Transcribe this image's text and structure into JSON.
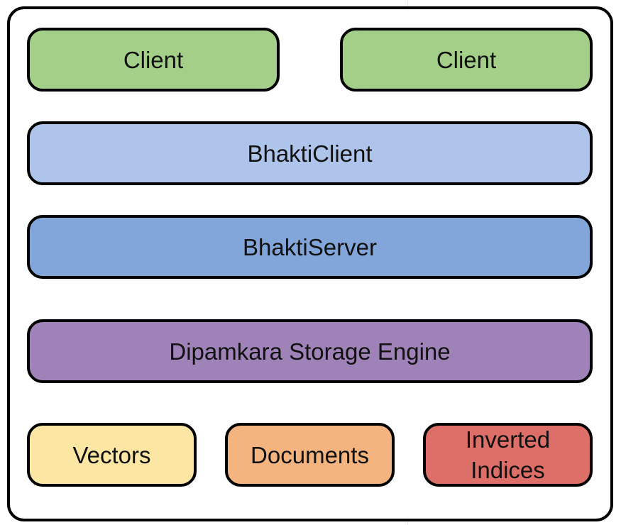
{
  "diagram": {
    "clients": [
      {
        "label": "Client",
        "color": "#a3cf88"
      },
      {
        "label": "Client",
        "color": "#a3cf88"
      }
    ],
    "bhakti_client": {
      "label": "BhaktiClient",
      "color": "#aec4ea"
    },
    "bhakti_server": {
      "label": "BhaktiServer",
      "color": "#82a5da"
    },
    "storage_engine": {
      "label": "Dipamkara Storage Engine",
      "color": "#9f83b8"
    },
    "storage_types": [
      {
        "label": "Vectors",
        "color": "#fce6a4"
      },
      {
        "label": "Documents",
        "color": "#f3b47f"
      },
      {
        "label": "Inverted\nIndices",
        "color": "#dd6e68"
      }
    ]
  }
}
